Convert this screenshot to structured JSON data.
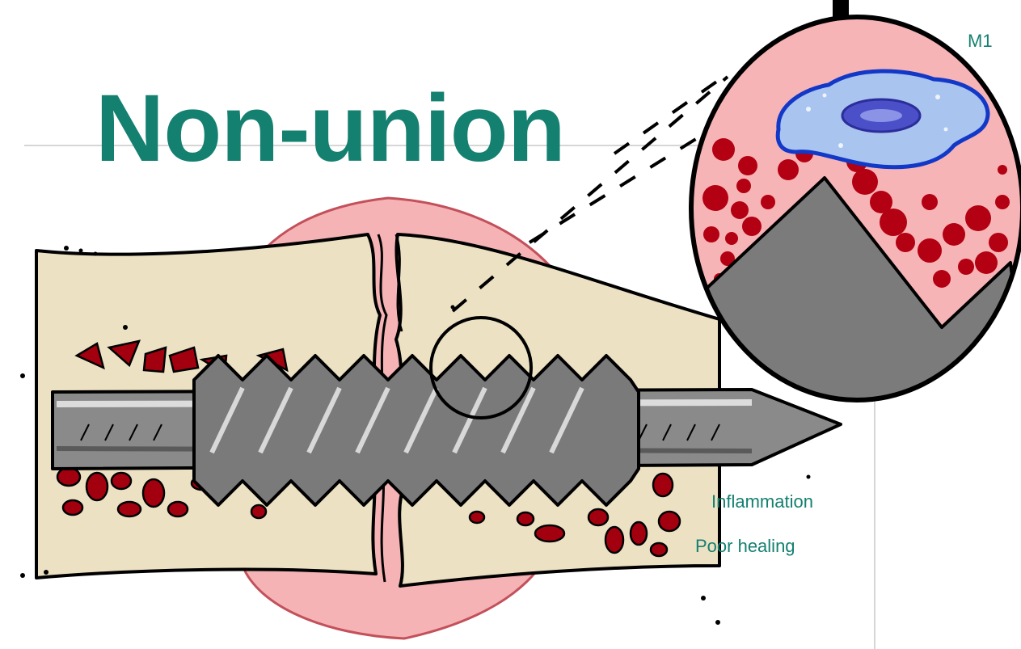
{
  "slide": {
    "title": "Non-union",
    "labels": {
      "magnified_cell": "M1",
      "inflammation": "Inflammation",
      "poor_healing": "Poor healing"
    }
  },
  "colors": {
    "title": "#148070",
    "label": "#148070",
    "bone": "#ede1c4",
    "soft_tissue": "#f5b3b5",
    "marrow": "#a3000f",
    "screw": "#8a8a8a",
    "cell": "#a9c4ef",
    "cell_outline": "#1238c8",
    "guide_line": "#c8c8c8"
  },
  "icons": [
    "bone-fracture-illustration",
    "orthopedic-screw-icon",
    "magnifier-circle-icon",
    "macrophage-cell-icon"
  ]
}
